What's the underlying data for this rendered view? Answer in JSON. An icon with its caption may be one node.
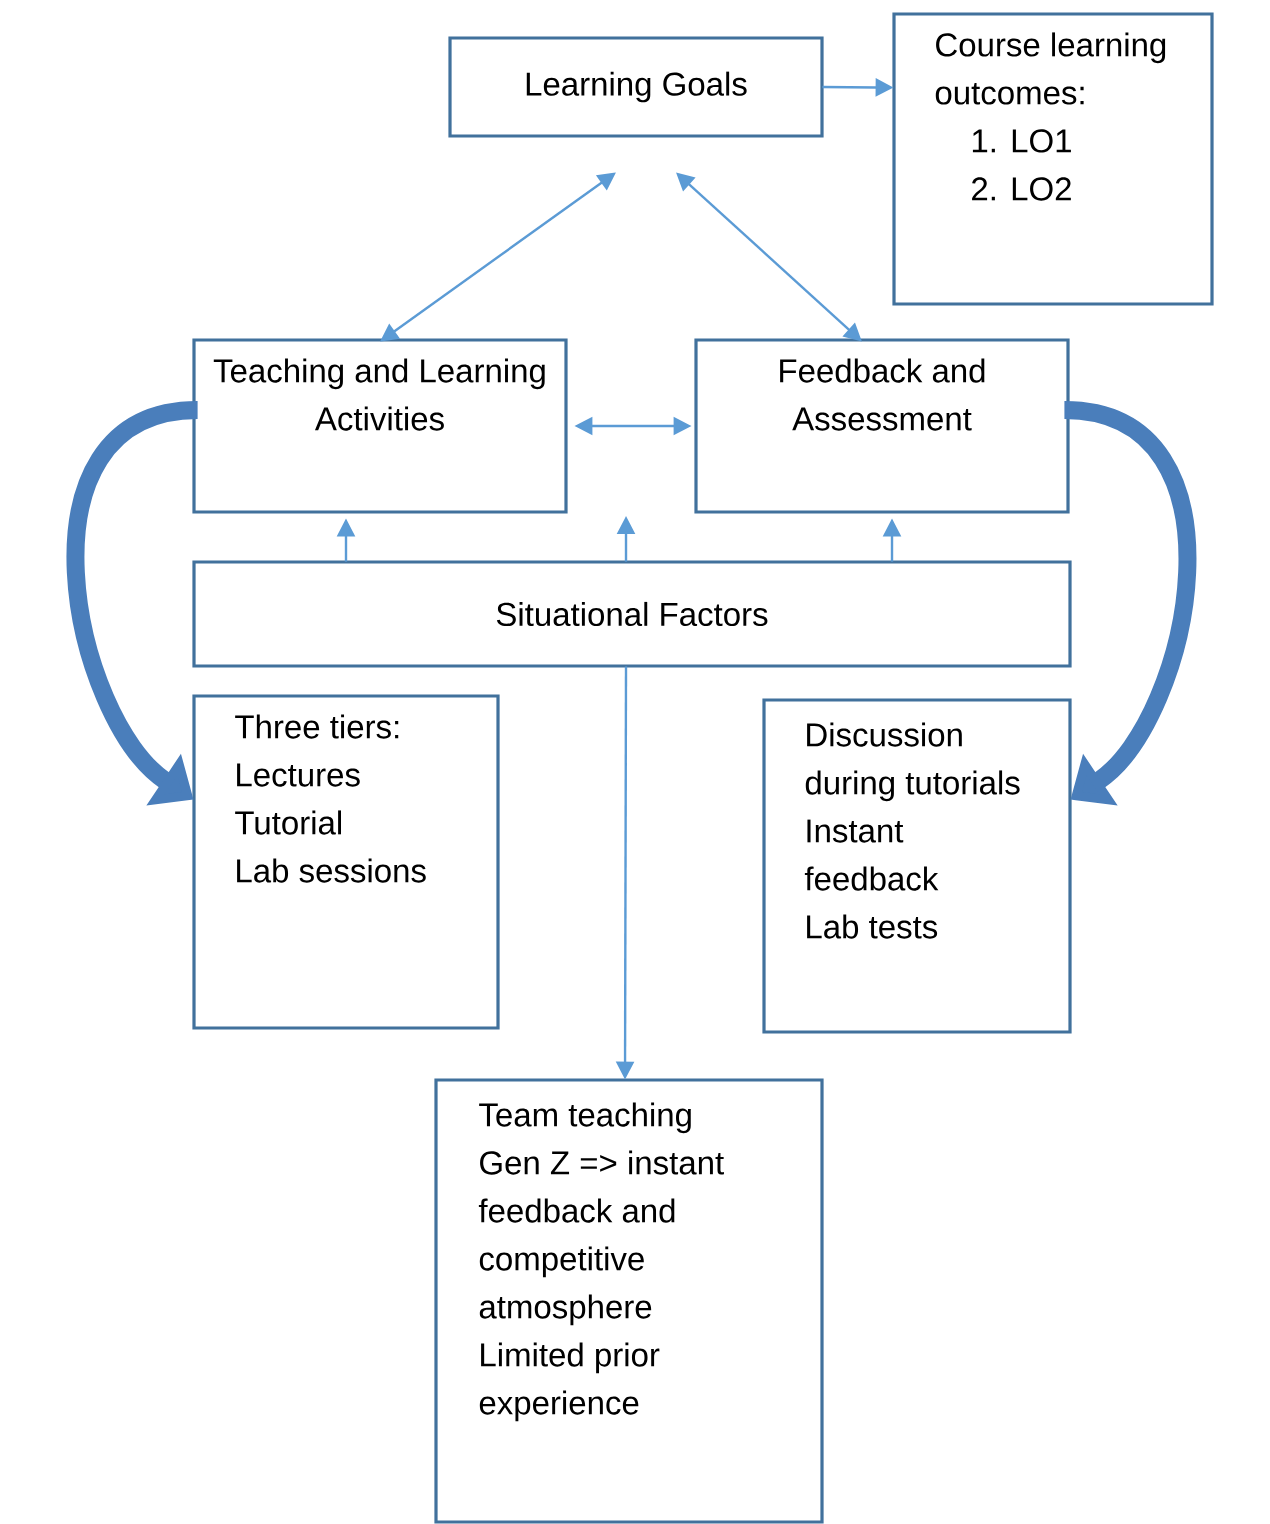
{
  "diagram": {
    "nodes": [
      {
        "text": [
          "Learning Goals"
        ]
      },
      {
        "text": [
          "Course learning outcomes:",
          "1. LO1",
          "2. LO2"
        ]
      },
      {
        "text": [
          "Teaching and Learning Activities"
        ]
      },
      {
        "text": [
          "Feedback and Assessment"
        ]
      },
      {
        "text": [
          "Situational Factors"
        ]
      },
      {
        "text": [
          "Three tiers:",
          "Lectures",
          "Tutorial",
          "Lab sessions"
        ]
      },
      {
        "text": [
          "Discussion during tutorials",
          "Instant feedback",
          "Lab tests"
        ]
      },
      {
        "text": [
          "Team teaching",
          "Gen Z => instant feedback and competitive atmosphere",
          "Limited prior experience"
        ]
      }
    ],
    "edges": [
      {
        "from": 0,
        "to": 1,
        "arrow": "to"
      },
      {
        "from": 0,
        "to": 2,
        "arrow": "both"
      },
      {
        "from": 0,
        "to": 3,
        "arrow": "both"
      },
      {
        "from": 2,
        "to": 3,
        "arrow": "both"
      },
      {
        "from": 4,
        "to": 2,
        "arrow": "to"
      },
      {
        "from": 4,
        "to": null,
        "arrow": "to"
      },
      {
        "from": 4,
        "to": 3,
        "arrow": "to"
      },
      {
        "from": 4,
        "to": 7,
        "arrow": "to"
      },
      {
        "from": 2,
        "to": 5,
        "arrow": "to",
        "style": "thick",
        "color": "#4a7ebb"
      },
      {
        "from": 3,
        "to": 6,
        "arrow": "to",
        "style": "thick",
        "color": "#4a7ebb"
      }
    ]
  }
}
